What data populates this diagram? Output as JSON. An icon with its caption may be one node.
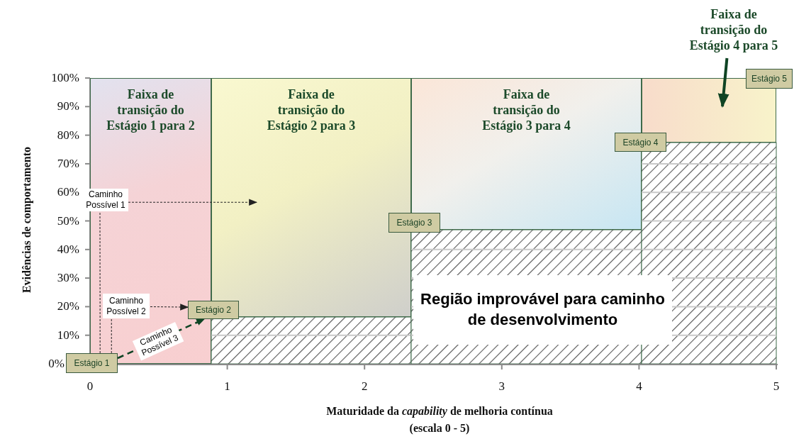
{
  "diagram": {
    "nodes": [
      {
        "text": [
          "Faixa de transição do Estágio 1 para 2"
        ]
      },
      {
        "text": [
          "Faixa de transição do Estágio 2 para 3"
        ]
      },
      {
        "text": [
          "Faixa de transição do Estágio 3 para 4"
        ]
      },
      {
        "text": [
          "Faixa de transição do Estágio 4 para 5"
        ]
      },
      {
        "text": [],
        "shape": "box"
      },
      {
        "text": [
          "Estágio 5"
        ]
      },
      {
        "text": [
          "Estágio 4"
        ]
      },
      {
        "text": [
          "Estágio 3"
        ]
      },
      {
        "text": [
          "Caminho Possível 1"
        ]
      },
      {
        "text": [
          "Região improvável para caminho de desenvolvimento"
        ]
      },
      {
        "text": [
          "Caminho Possível 2"
        ],
        "in": 0
      },
      {
        "text": [
          "Estágio 2"
        ]
      },
      {
        "text": [
          "Estágio 1"
        ]
      }
    ],
    "edges": [
      {
        "from": 3,
        "to": 4,
        "arrow": "to",
        "style": "thick",
        "color": "#0f4424"
      },
      {
        "from": 12,
        "to": 8,
        "arrow": "none",
        "style": "dashed"
      },
      {
        "from": 8,
        "to": 1,
        "arrow": "to",
        "style": "dashed"
      },
      {
        "from": 12,
        "to": 10,
        "arrow": "none",
        "style": "dashed"
      },
      {
        "from": 10,
        "to": 11,
        "arrow": "to",
        "style": "dashed"
      },
      {
        "from": 12,
        "to": 11,
        "arrow": "to",
        "style": "dashed",
        "color": "#0f4424",
        "label": "Caminho Possível 3"
      }
    ],
    "labels": [
      "100%",
      "90%",
      "80%",
      "70%",
      "60%",
      "50%",
      "40%",
      "30%",
      "20%",
      "10%",
      "0%",
      "Evidências de comportamento",
      "0",
      "1",
      "2",
      "3",
      "4",
      "5",
      "Maturidade da *capability* de melhoria contínua",
      "(escala 0 - 5)"
    ]
  }
}
